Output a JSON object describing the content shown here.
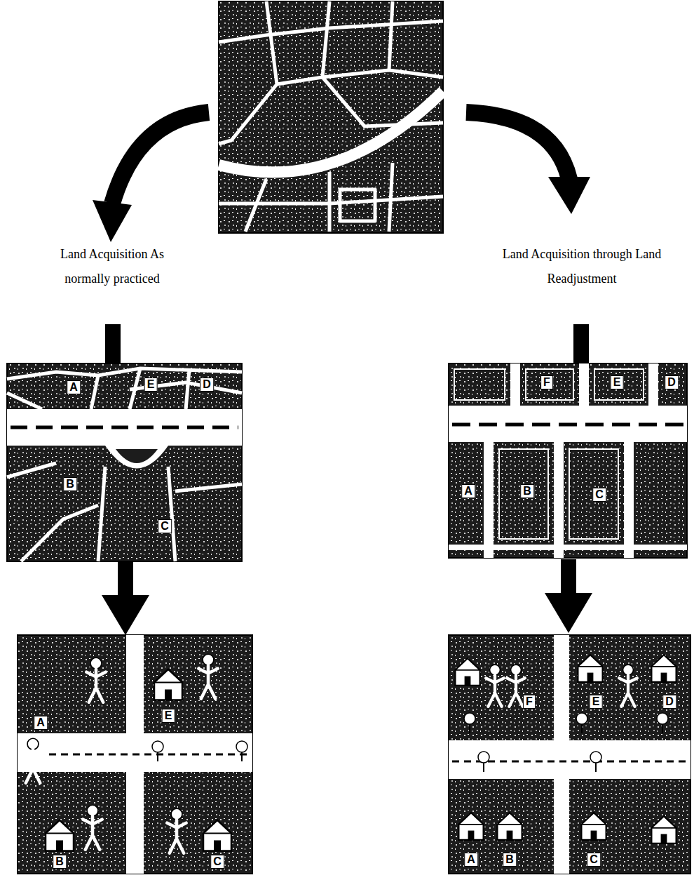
{
  "diagram": {
    "labels": [
      "Land Acquisition As normally practiced",
      "Land Acquisition through Land Readjustment",
      "A",
      "E",
      "D",
      "B",
      "C",
      "A",
      "E",
      "B",
      "C",
      "F",
      "E",
      "D",
      "A",
      "B",
      "C",
      "F",
      "E",
      "D",
      "A",
      "B",
      "C"
    ]
  }
}
